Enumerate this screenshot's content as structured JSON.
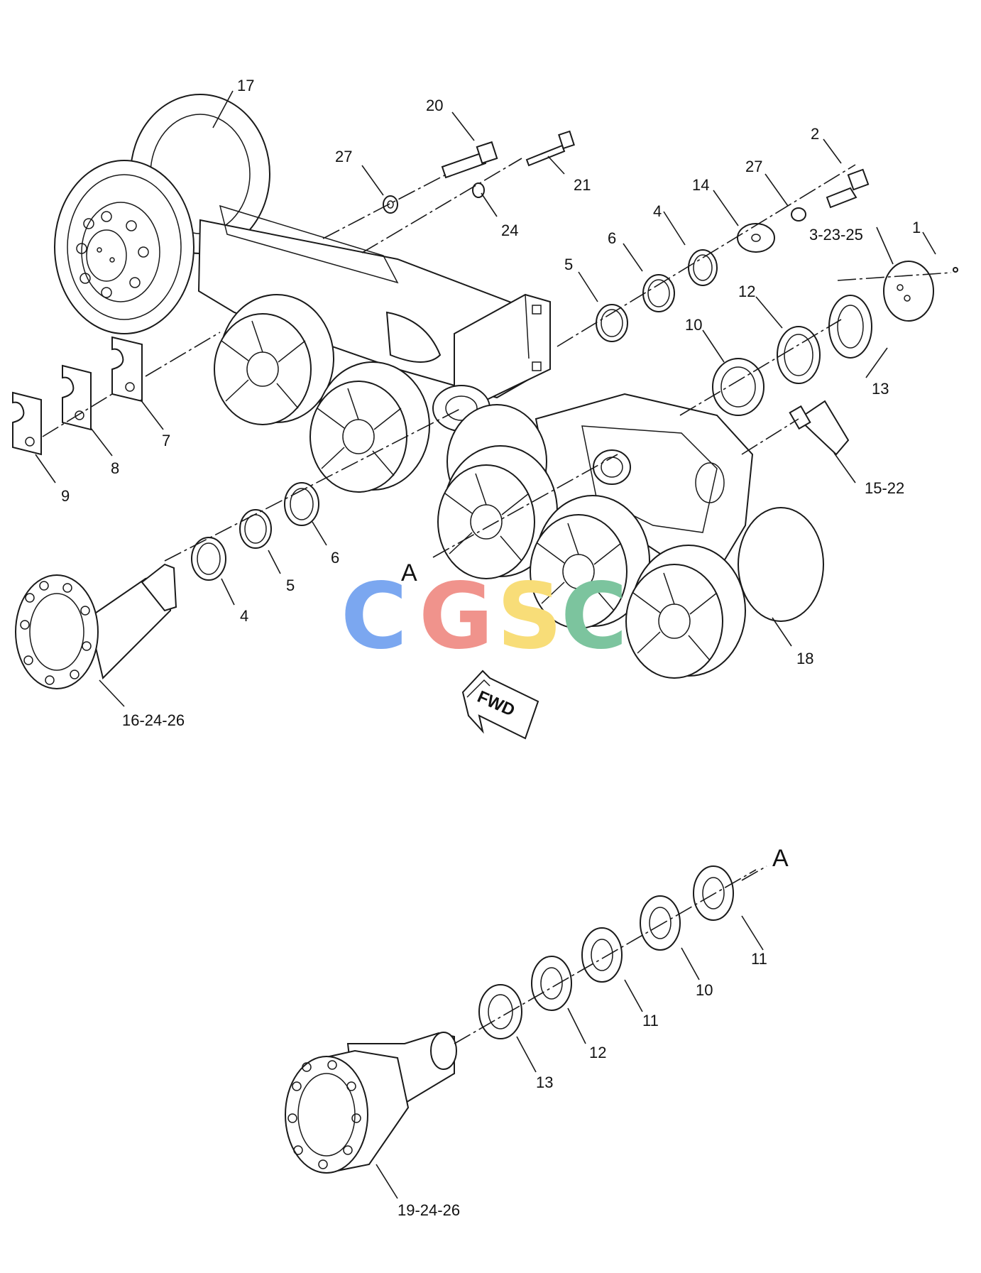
{
  "watermark": {
    "letters": [
      {
        "char": "C",
        "color": "#7BA7F0"
      },
      {
        "char": "G",
        "color": "#F0938C"
      },
      {
        "char": "S",
        "color": "#F8DD78"
      },
      {
        "char": "C",
        "color": "#7CC49E"
      }
    ]
  },
  "fwd_label": "FWD",
  "section_marks": {
    "upper": "A",
    "lower": "A"
  },
  "callouts": {
    "c17": "17",
    "c20": "20",
    "c27a": "27",
    "c21": "21",
    "c24": "24",
    "c2": "2",
    "c27b": "27",
    "c14": "14",
    "c4a": "4",
    "c6a": "6",
    "c5a": "5",
    "c3_23_25": "3-23-25",
    "c1": "1",
    "c12a": "12",
    "c10a": "10",
    "c13a": "13",
    "c7": "7",
    "c8": "8",
    "c9": "9",
    "c6b": "6",
    "c5b": "5",
    "c4b": "4",
    "c15_22": "15-22",
    "c18": "18",
    "c16_24_26": "16-24-26",
    "c11a": "11",
    "c10b": "10",
    "c11b": "11",
    "c12b": "12",
    "c13b": "13",
    "c19_24_26": "19-24-26"
  }
}
